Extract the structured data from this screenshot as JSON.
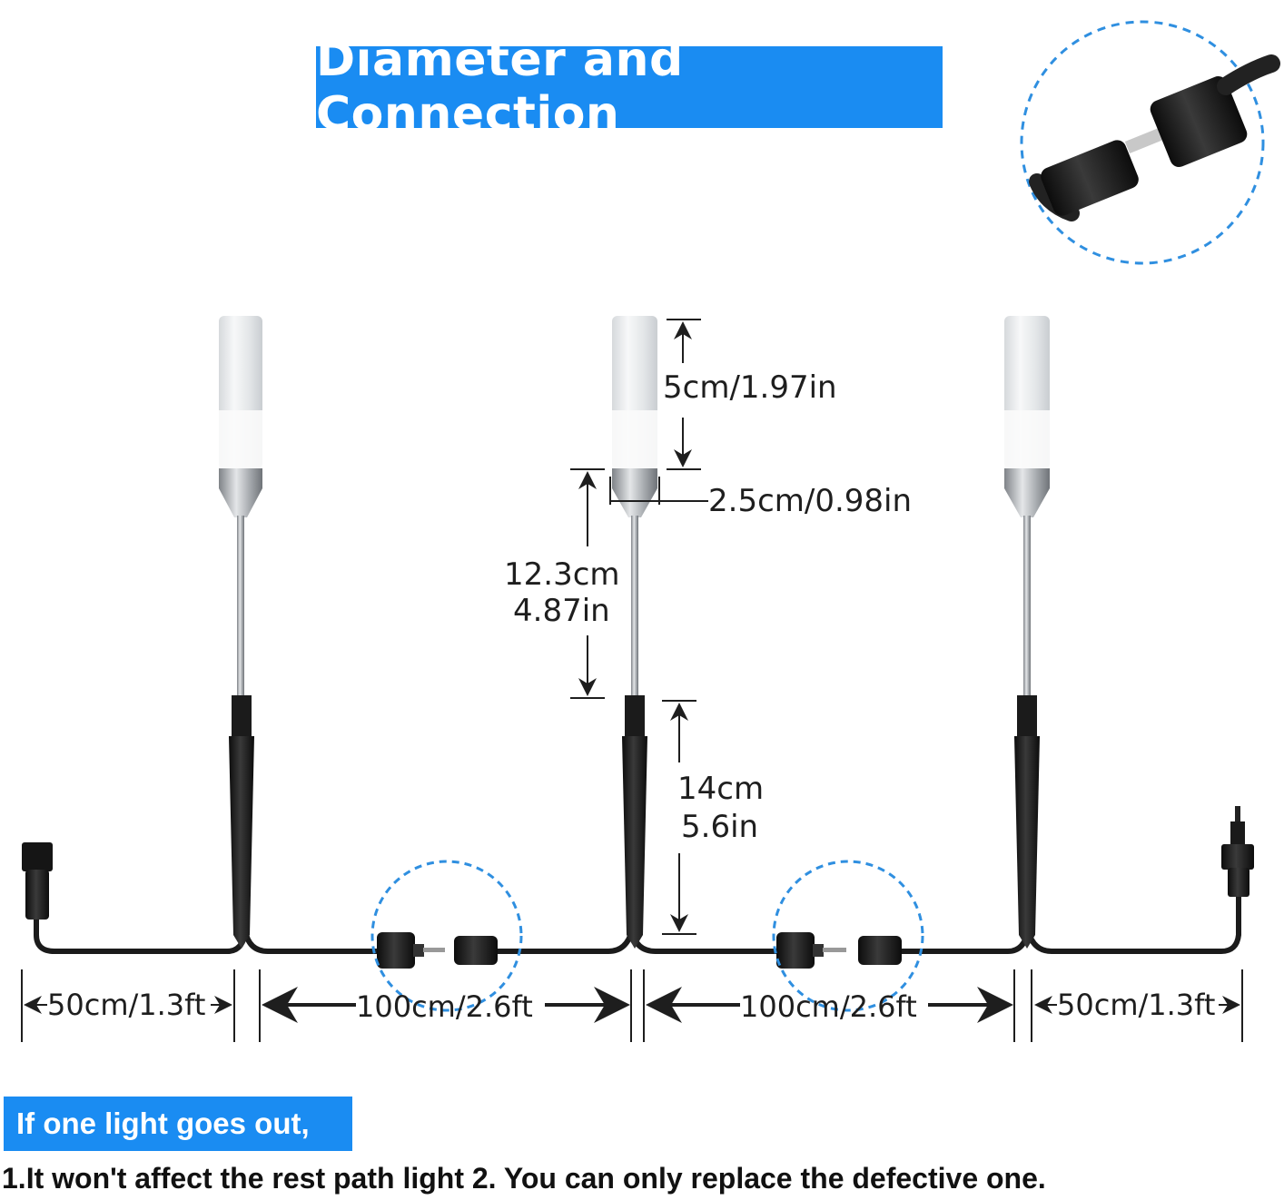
{
  "title": "Diameter and Connection",
  "dimensions": {
    "tube_height": "5cm/1.97in",
    "diameter": "2.5cm/0.98in",
    "stake_height_cm": "12.3cm",
    "stake_height_in": "4.87in",
    "spike_height_cm": "14cm",
    "spike_height_in": "5.6in",
    "segment_left": "50cm/1.3ft",
    "segment_mid_1": "100cm/2.6ft",
    "segment_mid_2": "100cm/2.6ft",
    "segment_right": "50cm/1.3ft"
  },
  "note": {
    "heading": "If one light goes out,",
    "text": "1.It won't affect the rest path light  2. You can only replace the defective one."
  },
  "colors": {
    "accent": "#1a8cf2",
    "dashed_circle": "#2f8fe0",
    "cable": "#1b1b1b",
    "metal": "#b9bcc0"
  }
}
